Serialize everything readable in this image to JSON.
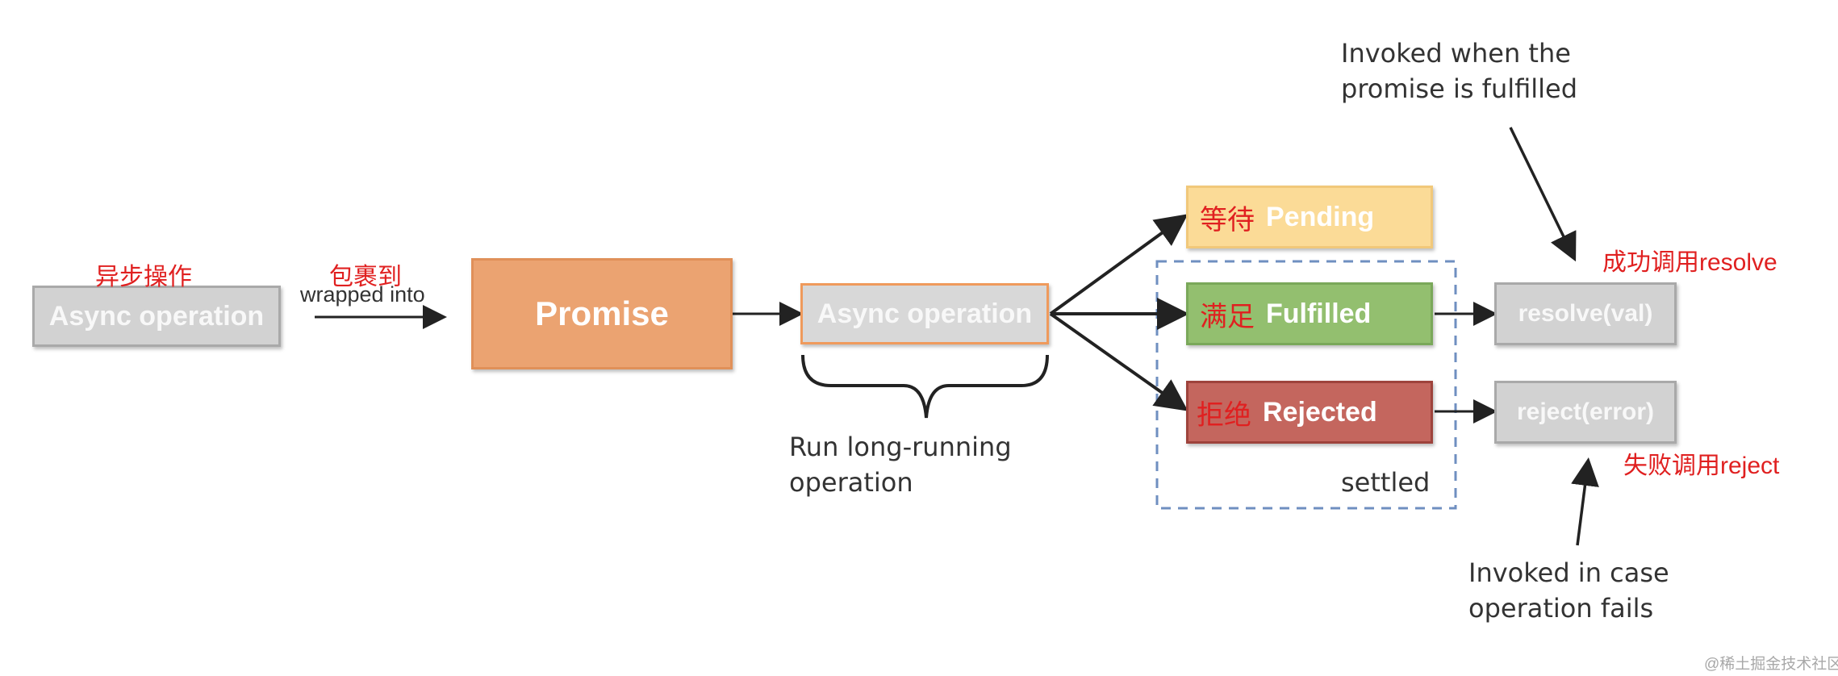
{
  "nodes": {
    "async_op_left": "Async operation",
    "promise": "Promise",
    "async_op_mid": "Async operation",
    "pending_zh": "等待",
    "pending_en": "Pending",
    "fulfilled_zh": "满足",
    "fulfilled_en": "Fulfilled",
    "rejected_zh": "拒绝",
    "rejected_en": "Rejected",
    "resolve": "resolve(val)",
    "reject": "reject(error)"
  },
  "labels": {
    "async_zh": "异步操作",
    "wrapped_zh": "包裹到",
    "wrapped_en": "wrapped into",
    "run_long": "Run long-running\noperation",
    "settled": "settled",
    "invoked_fulfilled": "Invoked when the\npromise is fulfilled",
    "invoked_fails": "Invoked in case\noperation fails",
    "resolve_zh": "成功调用resolve",
    "reject_zh": "失败调用reject"
  },
  "watermark": "@稀土掘金技术社区",
  "colors": {
    "promise": "#eba371",
    "pending": "#fbdb97",
    "fulfilled": "#93bf6f",
    "rejected": "#c4665e",
    "gray_box": "#d2d2d2",
    "red_text": "#e02020",
    "settled_border": "#6f8fc0"
  }
}
